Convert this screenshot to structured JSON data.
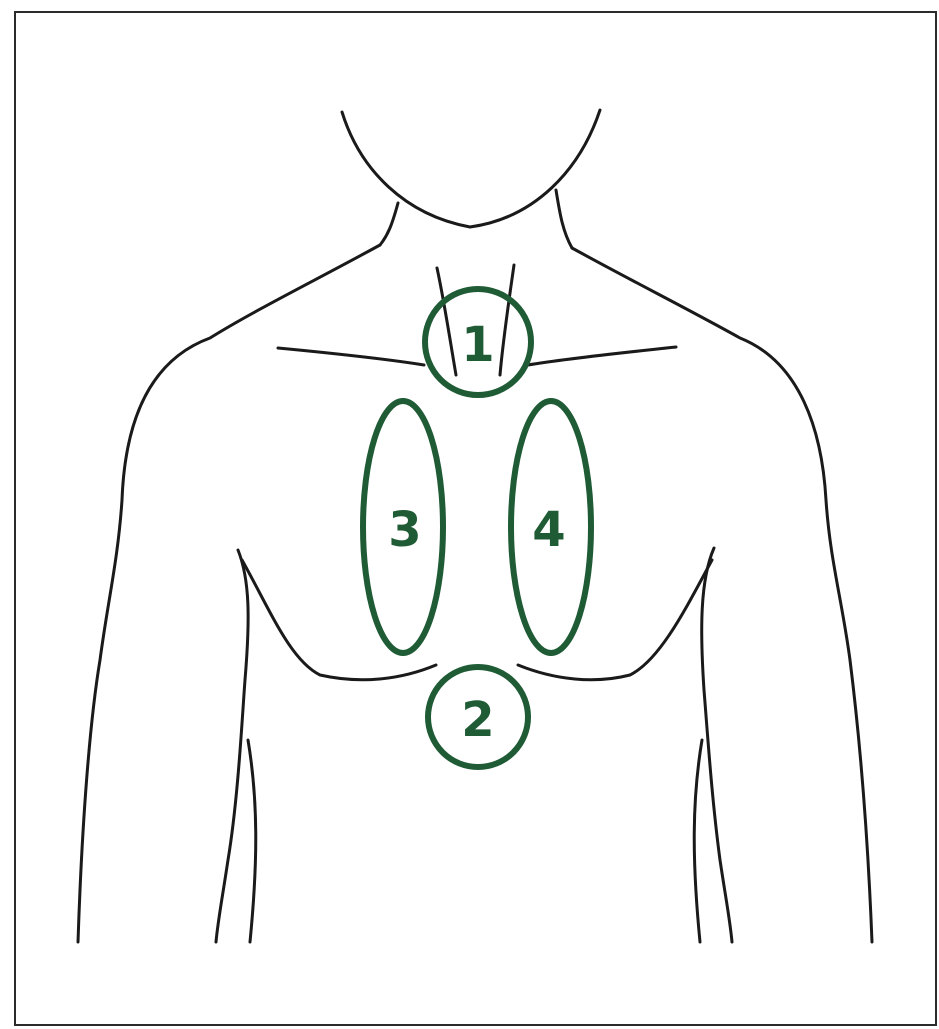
{
  "colors": {
    "marker": "#1f5b35",
    "outline": "#1a1a1a",
    "background": "#ffffff"
  },
  "markers": [
    {
      "id": "1",
      "label": "1",
      "shape": "circle"
    },
    {
      "id": "2",
      "label": "2",
      "shape": "circle"
    },
    {
      "id": "3",
      "label": "3",
      "shape": "ellipse"
    },
    {
      "id": "4",
      "label": "4",
      "shape": "ellipse"
    }
  ]
}
